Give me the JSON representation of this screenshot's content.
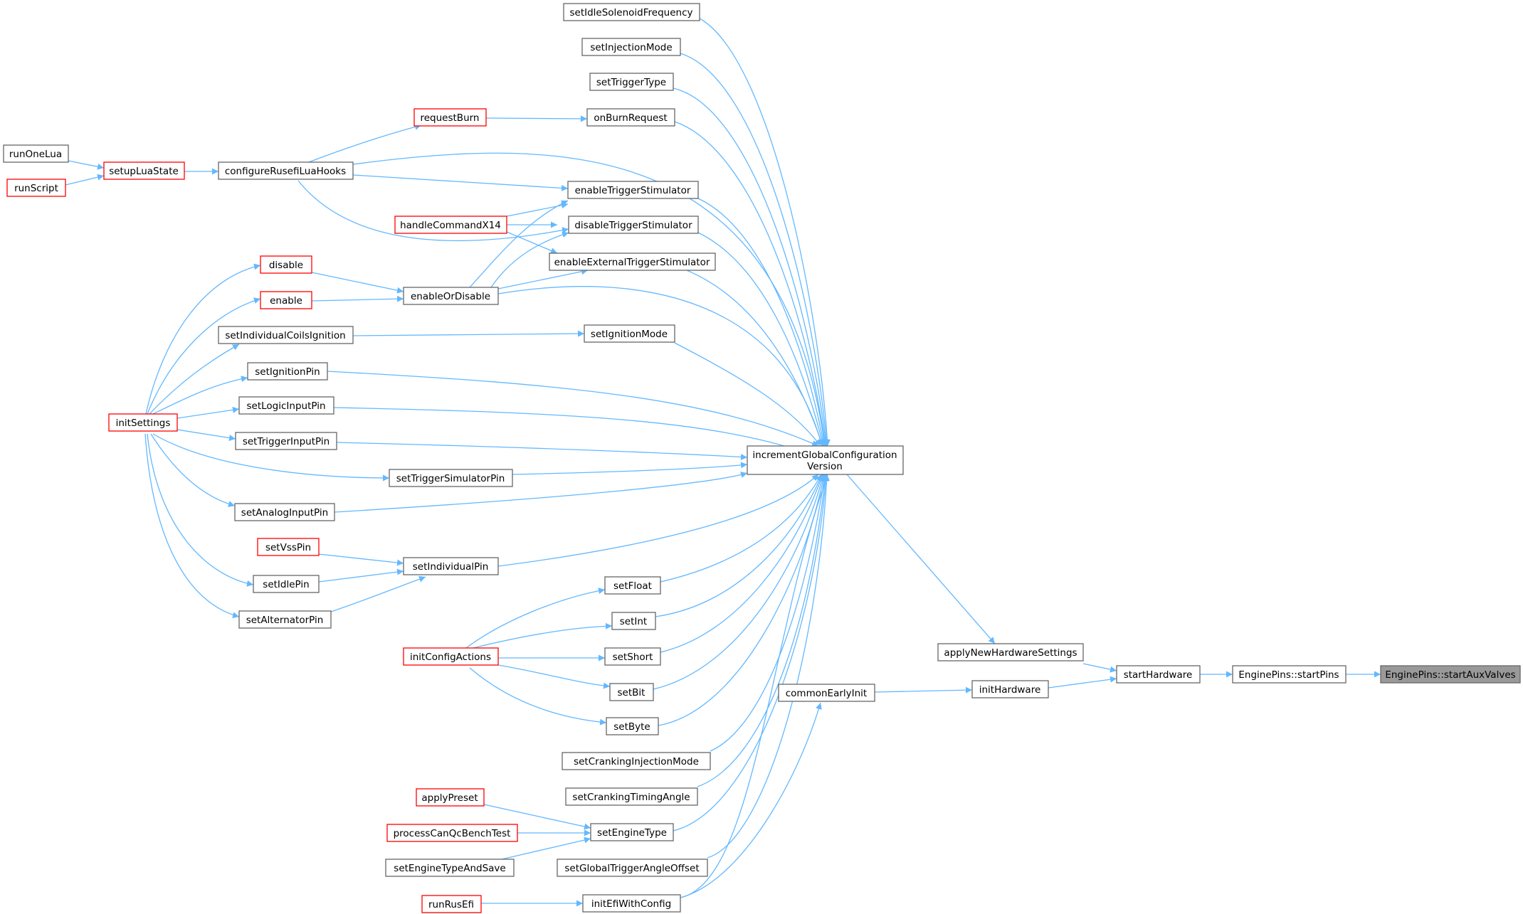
{
  "colors": {
    "edge": "#63b8ff",
    "node_border": "#666666",
    "node_border_incomplete": "#ff0000",
    "node_fill": "#ffffff",
    "current_node_fill": "#999999"
  },
  "nodes": {
    "startAuxValves": "EnginePins::startAuxValves",
    "startPins": "EnginePins::startPins",
    "startHardware": "startHardware",
    "applyNewHardwareSettings": "applyNewHardwareSettings",
    "initHardware": "initHardware",
    "commonEarlyInit": "commonEarlyInit",
    "incrementGlobalConfigurationVersion_1": "incrementGlobalConfiguration",
    "incrementGlobalConfigurationVersion_2": "Version",
    "setIdleSolenoidFrequency": "setIdleSolenoidFrequency",
    "setInjectionMode": "setInjectionMode",
    "setTriggerType": "setTriggerType",
    "onBurnRequest": "onBurnRequest",
    "requestBurn": "requestBurn",
    "configureRusefiLuaHooks": "configureRusefiLuaHooks",
    "setupLuaState": "setupLuaState",
    "runOneLua": "runOneLua",
    "runScript": "runScript",
    "enableTriggerStimulator": "enableTriggerStimulator",
    "disableTriggerStimulator": "disableTriggerStimulator",
    "handleCommandX14": "handleCommandX14",
    "enableExternalTriggerStimulator": "enableExternalTriggerStimulator",
    "disable": "disable",
    "enable": "enable",
    "enableOrDisable": "enableOrDisable",
    "setIndividualCoilsIgnition": "setIndividualCoilsIgnition",
    "setIgnitionMode": "setIgnitionMode",
    "setIgnitionPin": "setIgnitionPin",
    "initSettings": "initSettings",
    "setLogicInputPin": "setLogicInputPin",
    "setTriggerInputPin": "setTriggerInputPin",
    "setTriggerSimulatorPin": "setTriggerSimulatorPin",
    "setAnalogInputPin": "setAnalogInputPin",
    "setVssPin": "setVssPin",
    "setIndividualPin": "setIndividualPin",
    "setIdlePin": "setIdlePin",
    "setAlternatorPin": "setAlternatorPin",
    "setFloat": "setFloat",
    "setInt": "setInt",
    "initConfigActions": "initConfigActions",
    "setShort": "setShort",
    "setBit": "setBit",
    "setByte": "setByte",
    "setCrankingInjectionMode": "setCrankingInjectionMode",
    "setCrankingTimingAngle": "setCrankingTimingAngle",
    "applyPreset": "applyPreset",
    "setEngineType": "setEngineType",
    "processCanQcBenchTest": "processCanQcBenchTest",
    "setEngineTypeAndSave": "setEngineTypeAndSave",
    "setGlobalTriggerAngleOffset": "setGlobalTriggerAngleOffset",
    "runRusEfi": "runRusEfi",
    "initEfiWithConfig": "initEfiWithConfig"
  }
}
